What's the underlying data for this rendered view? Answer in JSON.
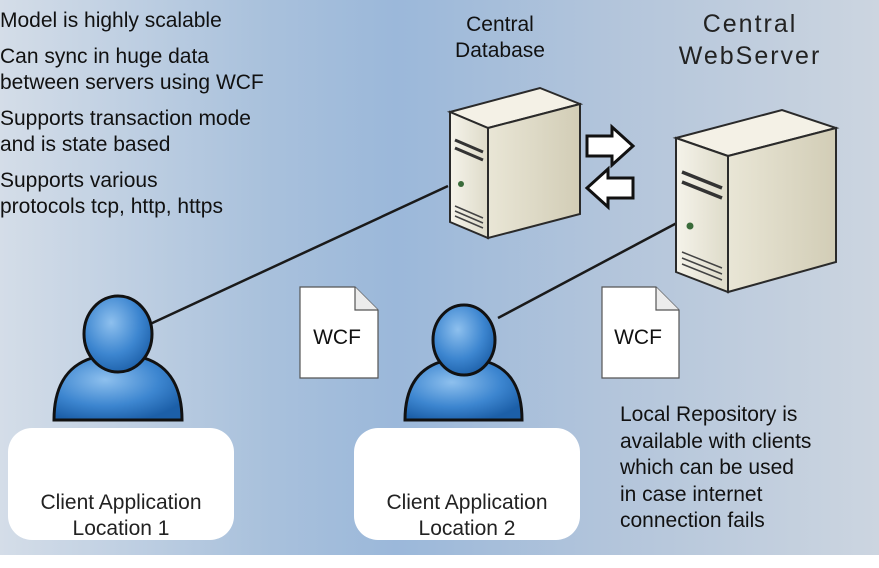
{
  "bullets": [
    "Model is highly scalable",
    "Can sync in huge data\nbetween servers using WCF",
    "Supports transaction mode\nand is state based",
    "Supports various\nprotocols tcp, http, https"
  ],
  "database_label": "Central\nDatabase",
  "webserver_label": "Central\nWebServer",
  "wcf_doc_1": "WCF",
  "wcf_doc_2": "WCF",
  "client_1": "Client Application\nLocation 1",
  "client_2": "Client Application\nLocation 2",
  "note": "Local Repository is\navailable with clients\nwhich can be used\nin case internet\nconnection fails",
  "icons": [
    "server-icon",
    "user-icon",
    "document-icon",
    "arrow-right-icon",
    "arrow-left-icon"
  ]
}
